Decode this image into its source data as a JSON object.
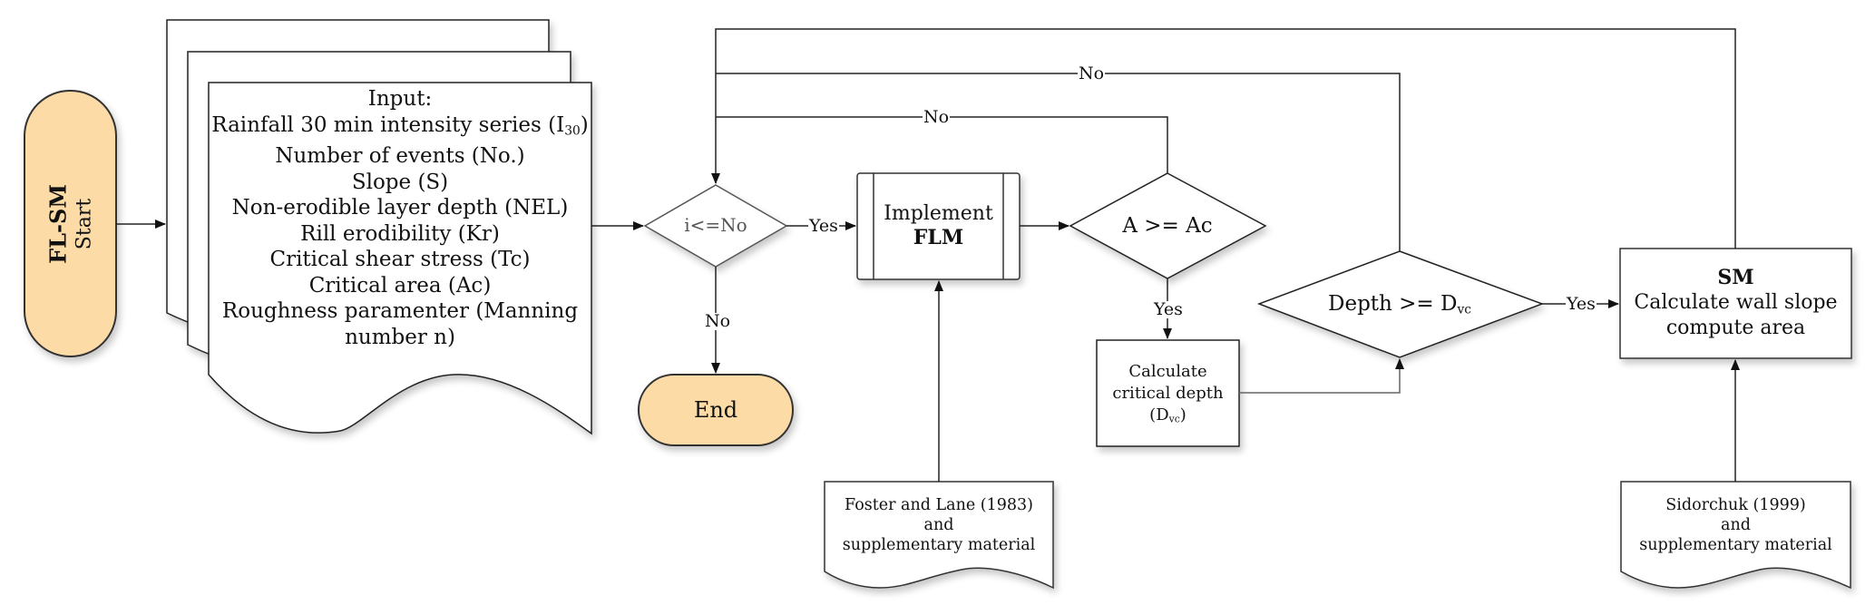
{
  "start": {
    "title": "FL-SM",
    "subtitle": "Start",
    "fill": "#fddba6"
  },
  "input": {
    "heading": "Input:",
    "items": [
      {
        "text": "Rainfall 30 min intensity series (I",
        "sub": "30",
        "after": ")"
      },
      {
        "text": "Number of events (No.)"
      },
      {
        "text": "Slope (S)"
      },
      {
        "text": "Non-erodible layer depth (NEL)"
      },
      {
        "text": "Rill erodibility (Kr)"
      },
      {
        "text": "Critical shear stress (Tc)"
      },
      {
        "text": "Critical area (Ac)"
      },
      {
        "text": "Roughness paramenter (Manning"
      },
      {
        "text": "number n)"
      }
    ]
  },
  "loop_decision": {
    "text": "i<=No"
  },
  "end": {
    "text": "End",
    "fill": "#fddba6"
  },
  "flm": {
    "line1": "Implement",
    "line2": "FLM"
  },
  "area_decision": {
    "text": "A >= Ac"
  },
  "critical_depth": {
    "line1": "Calculate",
    "line2": "critical depth",
    "line3_pre": "(D",
    "line3_sub": "vc",
    "line3_post": ")"
  },
  "depth_decision": {
    "pre": "Depth >= D",
    "sub": "vc"
  },
  "sm": {
    "title": "SM",
    "line1": "Calculate wall slope",
    "line2": "compute area"
  },
  "ref_flm": {
    "line1": "Foster and Lane (1983)",
    "line2": "and",
    "line3": "supplementary material"
  },
  "ref_sm": {
    "line1": "Sidorchuk (1999)",
    "line2": "and",
    "line3": "supplementary material"
  },
  "edges": {
    "loop_yes": "Yes",
    "loop_no": "No",
    "area_yes": "Yes",
    "area_no": "No",
    "depth_no": "No",
    "depth_yes": "Yes"
  }
}
